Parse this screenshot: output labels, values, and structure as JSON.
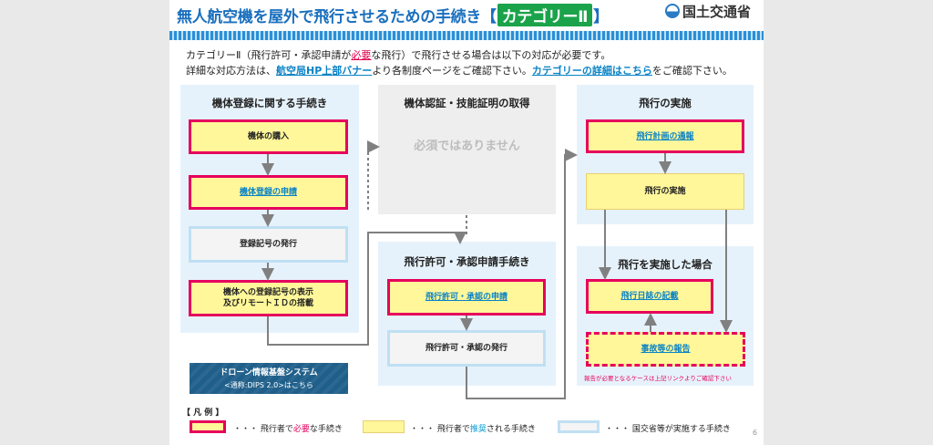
{
  "header": {
    "title": "無人航空機を屋外で飛行させるための手続き",
    "bracket_open": "【",
    "category_tag": "カテゴリーⅡ",
    "bracket_close": "】",
    "ministry": "国土交通省"
  },
  "intro": {
    "line1_a": "カテゴリーⅡ（飛行許可・承認申請が",
    "line1_b": "必要",
    "line1_c": "な飛行）で飛行させる場合は以下の対応が必要です。",
    "line2_a": "詳細な対応方法は、",
    "line2_b": "航空局HP上部バナー",
    "line2_c": "より各制度ページをご確認下さい。",
    "line2_d": "カテゴリーの詳細はこちら",
    "line2_e": "をご確認下さい。"
  },
  "col1": {
    "title": "機体登録に関する手続き",
    "step1": "機体の購入",
    "step2": "機体登録の申請",
    "step3": "登録記号の発行",
    "step4_line1": "機体への登録記号の表示",
    "step4_line2": "及びリモートＩＤの搭載"
  },
  "dips": {
    "title": "ドローン情報基盤システム",
    "sub": "<通称:DIPS 2.0>はこちら"
  },
  "col2a": {
    "title": "機体認証・技能証明の取得",
    "none": "必須ではありません"
  },
  "col2b": {
    "title": "飛行許可・承認申請手続き",
    "step1": "飛行許可・承認の申請",
    "step2": "飛行許可・承認の発行"
  },
  "col3a": {
    "title": "飛行の実施",
    "step1": "飛行計画の通報",
    "step2": "飛行の実施"
  },
  "col3b": {
    "title": "飛行を実施した場合",
    "step1": "飛行日誌の記載",
    "step2": "事故等の報告",
    "note": "報告が必要となるケースは上記リンクよりご確認下さい"
  },
  "legend": {
    "head": "【 凡 例 】",
    "item1_a": "・・・ 飛行者で",
    "item1_b": "必要",
    "item1_c": "な手続き",
    "item2_a": "・・・ 飛行者で",
    "item2_b": "推奨",
    "item2_c": "される手続き",
    "item3": "・・・ 国交省等が実施する手続き"
  },
  "page_number": "6",
  "colors": {
    "required_border": "#e6005c",
    "fill_yellow": "#fff79a",
    "gov_border": "#bfe0f3",
    "column_bg": "#e6f2fb",
    "title_blue": "#1a6fbe"
  }
}
